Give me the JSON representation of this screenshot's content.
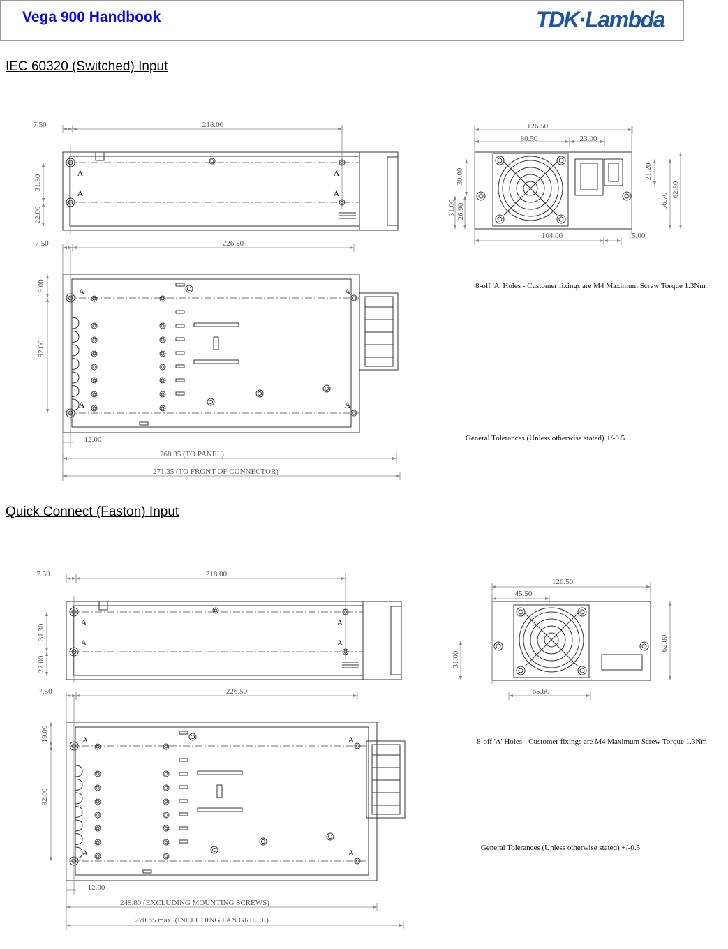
{
  "header": {
    "title": "Vega 900 Handbook",
    "logo": "TDK·Lambda"
  },
  "sections": [
    {
      "title": "IEC 60320 (Switched) Input",
      "side": {
        "d1": "7.50",
        "d2": "218.00",
        "d3": "31.30",
        "d4": "22.00",
        "hole_label": "A"
      },
      "top": {
        "d1": "7.50",
        "d2": "226.50",
        "d3": "9.00",
        "d4": "92.00",
        "d5": "12.00",
        "d6": "268.35 (TO PANEL)",
        "d7": "271.35 (TO FRONT OF CONNECTOR)",
        "hole_label": "A"
      },
      "front": {
        "d1": "126.50",
        "d2": "80.50",
        "d3": "23.00",
        "d4": "30.00",
        "d5": "31.00",
        "d6": "26.90",
        "d7": "21.20",
        "d8": "56.70",
        "d9": "62.80",
        "d10": "104.00",
        "d11": "15.00"
      },
      "note": "8-off 'A' Holes - Customer fixings are M4 Maximum Screw Torque 1.3Nm",
      "tolerance": "General Tolerances (Unless otherwise stated) +/-0.5"
    },
    {
      "title": "Quick Connect (Faston) Input",
      "side": {
        "d1": "7.50",
        "d2": "218.00",
        "d3": "31.30",
        "d4": "22.00",
        "hole_label": "A"
      },
      "top": {
        "d1": "7.50",
        "d2": "226.50",
        "d3": "19.00",
        "d4": "92.00",
        "d5": "12.00",
        "d6": "249.80 (EXCLUDING MOUNTING SCREWS)",
        "d7": "270.65 max. (INCLUDING FAN GRILLE)",
        "hole_label": "A"
      },
      "front": {
        "d1": "126.50",
        "d2": "45.50",
        "d3": "31.00",
        "d4": "62.80",
        "d5": "65.60"
      },
      "note": "8-off 'A' Holes - Customer fixings are M4 Maximum Screw Torque 1.3Nm",
      "tolerance": "General Tolerances (Unless otherwise stated) +/-0.5"
    }
  ]
}
